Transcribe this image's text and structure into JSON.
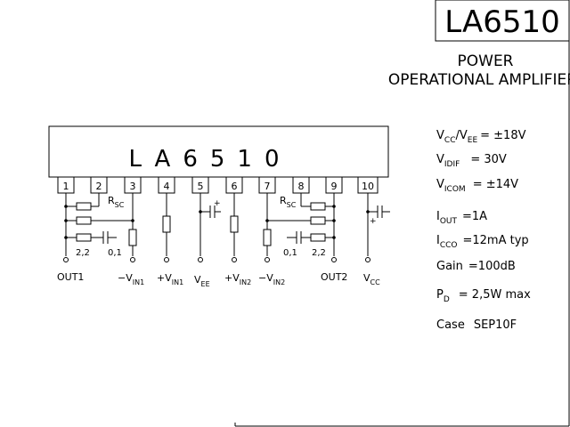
{
  "title": {
    "part_number": "LA6510",
    "subtitle_line1": "POWER",
    "subtitle_line2": "OPERATIONAL AMPLIFIER"
  },
  "package": {
    "body_label": "LA6510",
    "pins": [
      {
        "number": "1",
        "signal": ""
      },
      {
        "number": "2",
        "signal": ""
      },
      {
        "number": "3",
        "signal": ""
      },
      {
        "number": "4",
        "signal": ""
      },
      {
        "number": "5",
        "signal": ""
      },
      {
        "number": "6",
        "signal": ""
      },
      {
        "number": "7",
        "signal": ""
      },
      {
        "number": "8",
        "signal": ""
      },
      {
        "number": "9",
        "signal": ""
      },
      {
        "number": "10",
        "signal": ""
      }
    ]
  },
  "terminals": {
    "out1": "OUT1",
    "vin1_neg": {
      "sign": "−V",
      "sub": "IN1"
    },
    "vin1_pos": {
      "sign": "+V",
      "sub": "IN1"
    },
    "vee": {
      "main": "V",
      "sub": "EE"
    },
    "vin2_pos": {
      "sign": "+V",
      "sub": "IN2"
    },
    "vin2_neg": {
      "sign": "−V",
      "sub": "IN2"
    },
    "out2": "OUT2",
    "vcc": {
      "main": "V",
      "sub": "CC"
    }
  },
  "components": {
    "rsc_left": {
      "main": "R",
      "sub": "SC"
    },
    "rsc_right": {
      "main": "R",
      "sub": "SC"
    },
    "r_left": "2,2",
    "c_left": "0,1",
    "c_right": "0,1",
    "r_right": "2,2",
    "cap_plus": "+"
  },
  "specs": [
    {
      "param_main": "V",
      "param_sub": "CC",
      "param_main2": "/V",
      "param_sub2": "EE",
      "value": "= ±18V"
    },
    {
      "param_main": "V",
      "param_sub": "IDIF",
      "param_main2": "",
      "param_sub2": "",
      "value": "=  30V"
    },
    {
      "param_main": "V",
      "param_sub": "ICOM",
      "param_main2": "",
      "param_sub2": "",
      "value": "= ±14V"
    },
    {
      "param_main": "I",
      "param_sub": "OUT",
      "param_main2": "",
      "param_sub2": "",
      "value": "=1A"
    },
    {
      "param_main": "I",
      "param_sub": "CCO",
      "param_main2": "",
      "param_sub2": "",
      "value": "=12mA typ"
    },
    {
      "param_main": "Gain",
      "param_sub": "",
      "param_main2": "",
      "param_sub2": "",
      "value": "=100dB"
    },
    {
      "param_main": "P",
      "param_sub": "D",
      "param_main2": "",
      "param_sub2": "",
      "value": "= 2,5W  max"
    },
    {
      "param_main": "Case",
      "param_sub": "",
      "param_main2": "",
      "param_sub2": "",
      "value": "SEP10F"
    }
  ]
}
